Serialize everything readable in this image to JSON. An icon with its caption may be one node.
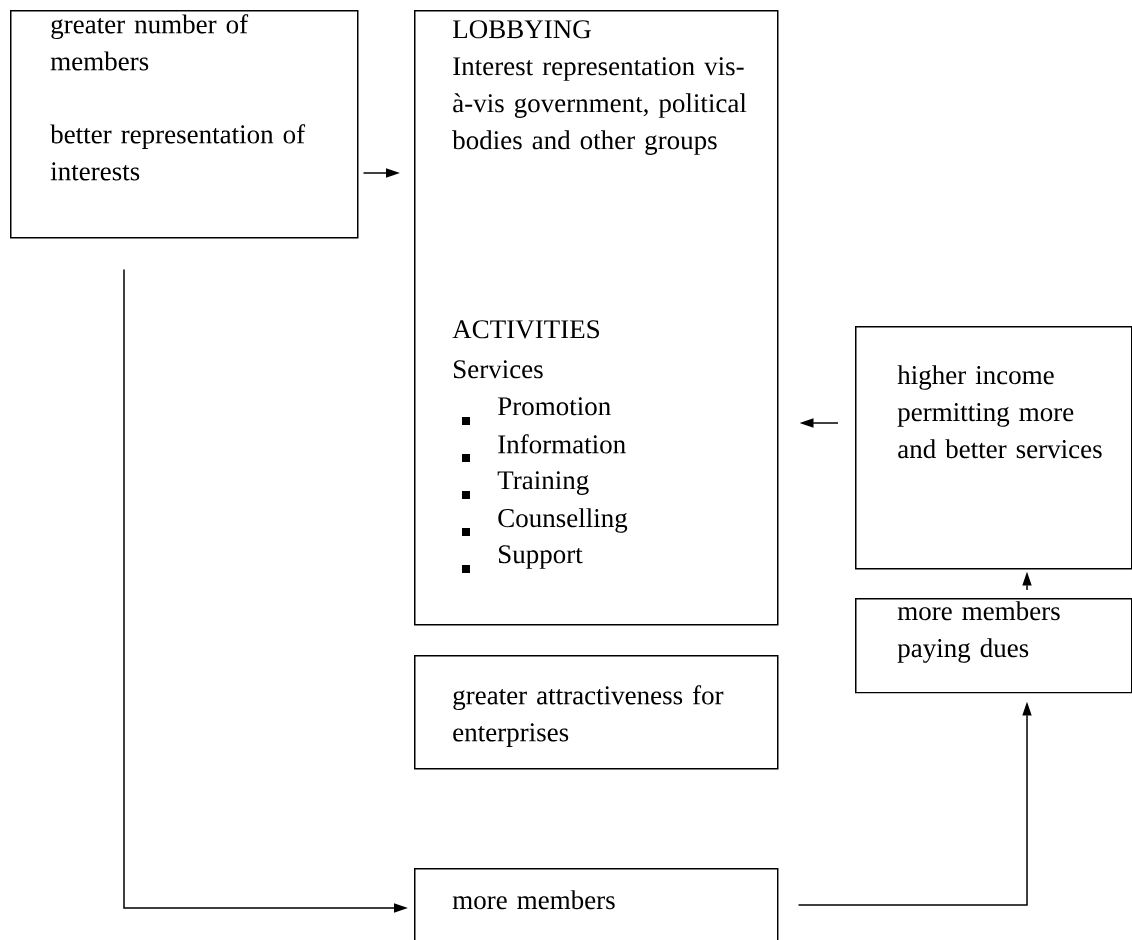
{
  "diagram": {
    "nodes": [
      {
        "text": [
          "greater number of members",
          "better representation of interests"
        ]
      },
      {
        "text": [
          "LOBBYING",
          "Interest representation vis-à-vis government, political bodies and other groups",
          "ACTIVITIES",
          "Services",
          "Promotion",
          "Information",
          "Training",
          "Counselling",
          "Support"
        ]
      },
      {
        "text": [
          "higher income permitting more and better services"
        ]
      },
      {
        "text": [
          "more members paying dues"
        ]
      },
      {
        "text": [
          "greater attractiveness for enterprises"
        ]
      },
      {
        "text": [
          "more members"
        ]
      }
    ],
    "edges": [
      {
        "from": 0,
        "to": 1,
        "arrow": "to"
      },
      {
        "from": 2,
        "to": 1,
        "arrow": "to"
      },
      {
        "from": 3,
        "to": 2,
        "arrow": "to"
      },
      {
        "from": 0,
        "to": 5,
        "arrow": "to"
      },
      {
        "from": 5,
        "to": 3,
        "arrow": "to"
      }
    ]
  }
}
